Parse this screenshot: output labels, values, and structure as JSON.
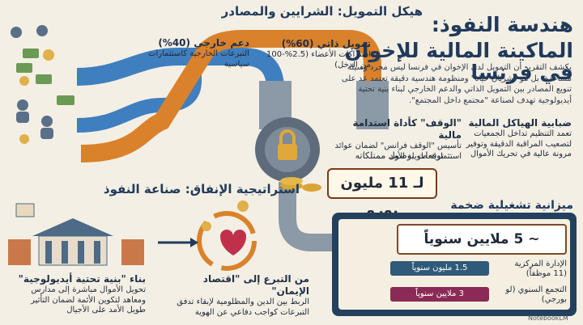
{
  "title": {
    "line1": "هندسة النفوذ:",
    "line2": "الماكينة المالية للإخوان في فرنسا"
  },
  "intro": "يكشف التقرير أن التمويل لدى الإخوان في فرنسا ليس مجرد وسيلة مساعدة، بل هو \"شريان حياة\" ومنظومة هندسية دقيقة تعتمد عد على تنويع المصادر بين التمويل الذاتي والدعم الخارجي لبناء بنية تحتية أيديولوجية تهدف لصناعة \"مجتمع داخل المجتمع\".",
  "sources": {
    "title": "هيكل التمويل: الشرايين والمصادر",
    "self": {
      "title": "تمويل ذاتي (60%)",
      "text": "اشتراكات الأعضاء (2.5%-100 من الدخل)"
    },
    "foreign": {
      "title": "دعم خارجي (40%)",
      "text": "التبرعات الخارجية كاستثمارات سياسية"
    }
  },
  "control": {
    "title": "ضبابية الهياكل المالية",
    "text": "تعمد التنظيم تداخل الجمعيات لتصعيب المراقبة الدقيقة وتوفير مرونة عالية في تحريك الأموال"
  },
  "waqf": {
    "title": "\"الوقف\" كأداة استدامة مالية",
    "text": "تأسيس \"الوقف فرانس\" لضمان عوائد استثمارية طويلة الأمد"
  },
  "expect": {
    "label": "توقعات بوصول ممتلكاته",
    "value": "لـ 11 مليون يورو"
  },
  "budget": {
    "title": "ميزانية تشغيلية ضخمة",
    "total": "~ 5 ملايين سنوياً",
    "rows": [
      {
        "label": "الإدارة المركزية (11 موظفاً)",
        "value": "1.5 مليون سنوياً",
        "color": "#2f5a7a"
      },
      {
        "label": "التجمع السنوي (لو بورجي)",
        "value": "3 ملايين سنوياً",
        "color": "#8a2a55"
      }
    ]
  },
  "spending": {
    "title": "استراتيجية الإنفاق: صناعة النفوذ"
  },
  "building": {
    "title": "بناء \"بنية تحتية أيديولوجية\"",
    "text": "تحويل الأموال مباشرة إلى مدارس ومعاهد لتكوين الأئمة لضمان التأثير طويل الأمد على الأجيال"
  },
  "donation": {
    "title": "من التبرع إلى \"اقتصاد الإيمان\"",
    "text": "الربط بين الدين والمظلومية لإبقاء تدفق التبرعات كواجب دفاعي عن الهوية"
  },
  "logo": "NotebookLM",
  "colors": {
    "navy": "#203a5b",
    "orange": "#d9822b",
    "blue": "#3f7fbf",
    "pipe_grey": "#8c99a6"
  }
}
